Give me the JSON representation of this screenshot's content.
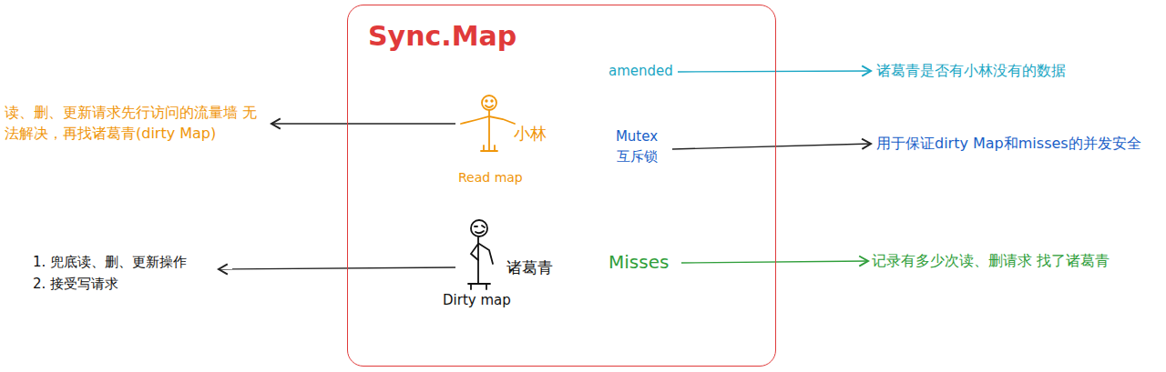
{
  "diagram": {
    "nodes": [
      {
        "text": [
          "Sync.Map"
        ]
      }
    ],
    "labels": [
      "读、删、更新请求先行访问的流量墙 无法解决，再找诸葛青(dirty Map)",
      "小林",
      "Read map",
      "诸葛青",
      "Dirty map",
      "1. 兜底读、删、更新操作",
      "2. 接受写请求",
      "amended",
      "诸葛青是否有小林没有的数据",
      "Mutex 互斥锁",
      "用于保证dirty Map和misses的并发安全",
      "Misses",
      "记录有多少次读、删请求 找了诸葛青"
    ]
  }
}
